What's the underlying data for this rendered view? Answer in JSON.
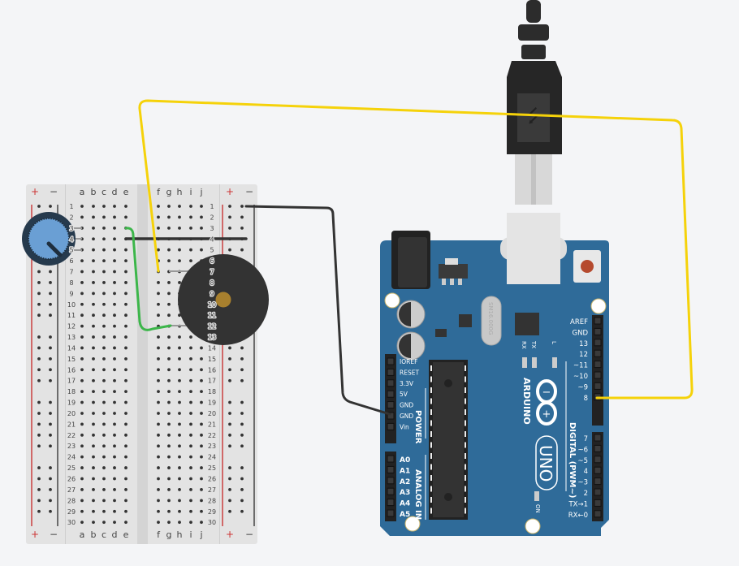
{
  "breadboard": {
    "columns_left": [
      "a",
      "b",
      "c",
      "d",
      "e"
    ],
    "columns_right": [
      "f",
      "g",
      "h",
      "i",
      "j"
    ],
    "rail_plus": "+",
    "rail_minus": "−",
    "rows": 30
  },
  "arduino": {
    "brand": "ARDUINO",
    "model": "UNO",
    "crystal": "SM16.000G",
    "power_header_title": "POWER",
    "power_pins": [
      "IOREF",
      "RESET",
      "3.3V",
      "5V",
      "GND",
      "GND",
      "Vin"
    ],
    "analog_header_title": "ANALOG IN",
    "analog_pins": [
      "A0",
      "A1",
      "A2",
      "A3",
      "A4",
      "A5"
    ],
    "digital_header_title": "DIGITAL (PWM~)",
    "digital_pins_top": [
      "AREF",
      "GND",
      "13",
      "12",
      "~11",
      "~10",
      "~9",
      "8"
    ],
    "digital_pins_bottom": [
      "7",
      "~6",
      "~5",
      "4",
      "~3",
      "2",
      "TX→1",
      "RX←0"
    ],
    "led_labels": [
      "RX",
      "TX",
      "L"
    ],
    "on_label": "ON"
  },
  "colors": {
    "board": "#2f6b99",
    "wire_signal": "#f5d20a",
    "wire_ground": "#333333",
    "wire_green": "#3cb64a",
    "pot": "#6a9fd4",
    "buzzer": "#333333",
    "buzzer_center": "#a8802e"
  }
}
